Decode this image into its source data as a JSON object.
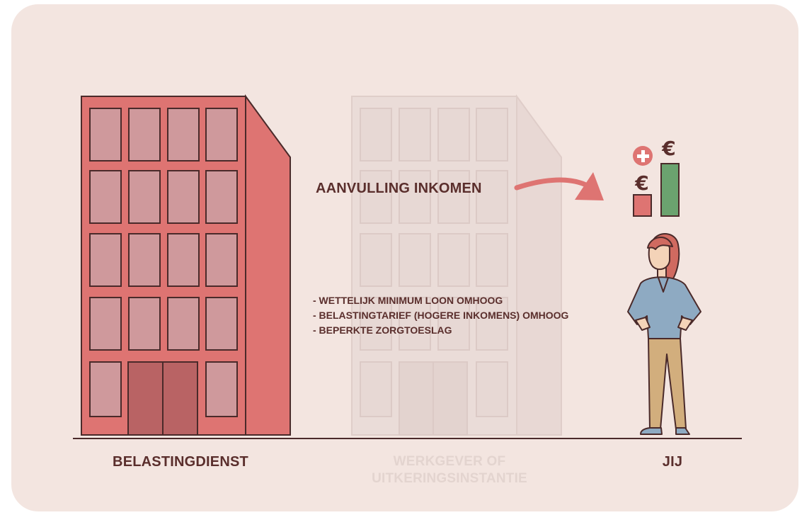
{
  "labels": {
    "belastingdienst": "BELASTINGDIENST",
    "werkgever_line1": "WERKGEVER OF",
    "werkgever_line2": "UITKERINGSINSTANTIE",
    "jij": "JIJ",
    "aanvulling": "AANVULLING INKOMEN"
  },
  "notes": [
    "- WETTELIJK MINIMUM LOON OMHOOG",
    "- BELASTINGTARIEF (HOGERE INKOMENS) OMHOOG",
    "- BEPERKTE ZORGTOESLAG"
  ],
  "income_bars": {
    "symbol": "€",
    "plus_symbol": "+",
    "values": [
      1,
      2.5
    ]
  },
  "colors": {
    "background": "#f3e5e0",
    "building_red": "#de7472",
    "window_red": "#cf999c",
    "door_red": "#b96364",
    "building_faded": "#e9dbd7",
    "window_faded": "#e5d6d3",
    "outline": "#4a2a2a",
    "text": "#5a2e2c",
    "bar_red": "#de7472",
    "bar_green": "#6ba36f",
    "shirt": "#8eaac2",
    "pants": "#d2ae7d",
    "hair": "#d06a60",
    "skin": "#f4d3b8"
  },
  "icons": [
    "building-icon",
    "arrow-icon",
    "plus-icon",
    "euro-icon",
    "person-icon"
  ]
}
